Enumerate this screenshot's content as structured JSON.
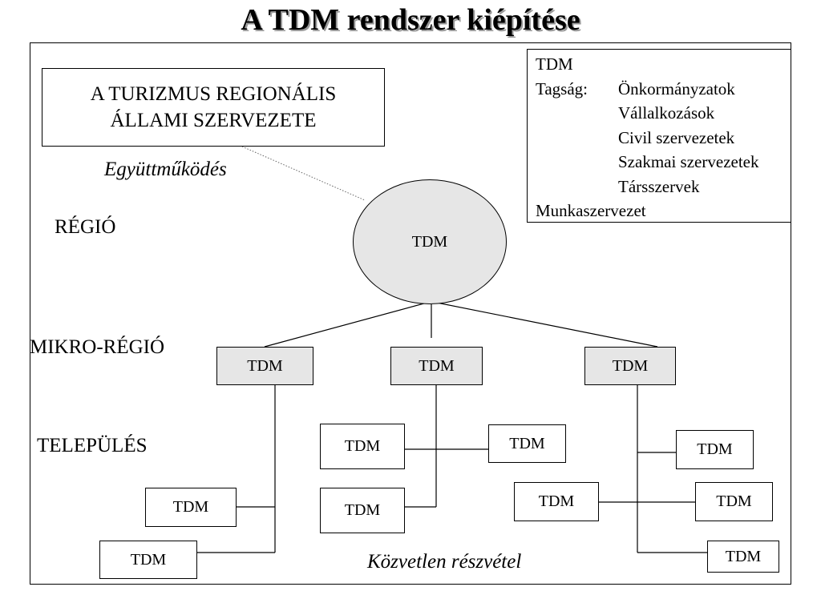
{
  "title": "A TDM rendszer kiépítése",
  "agency": {
    "line1": "A TURIZMUS REGIONÁLIS",
    "line2": "ÁLLAMI SZERVEZETE"
  },
  "labels": {
    "cooperation": "Együttműködés",
    "region": "RÉGIÓ",
    "micro_region": "MIKRO-RÉGIÓ",
    "settlement": "TELEPÜLÉS",
    "direct_participation": "Közvetlen részvétel"
  },
  "node_label": "TDM",
  "legend": {
    "title": "TDM",
    "membership_key": "Tagság:",
    "members": [
      "Önkormányzatok",
      "Vállalkozások",
      "Civil szervezetek",
      "Szakmai szervezetek",
      "Társszervek"
    ],
    "footer": "Munkaszervezet"
  },
  "colors": {
    "node_fill": "#e6e6e6",
    "line": "#000000",
    "title_shadow": "#9a9a9a"
  }
}
